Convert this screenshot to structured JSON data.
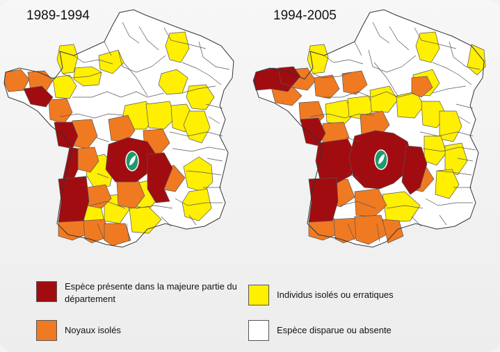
{
  "maps": [
    {
      "period": "1989-1994"
    },
    {
      "period": "1994-2005"
    }
  ],
  "legend": [
    {
      "key": "dominant",
      "label": "Espèce présente dans la majeure partie du département",
      "color": "#a10c10"
    },
    {
      "key": "isolated_cores",
      "label": "Noyaux isolés",
      "color": "#f07a22"
    },
    {
      "key": "erratic",
      "label": "Individus isolés ou erratiques",
      "color": "#ffef00"
    },
    {
      "key": "absent",
      "label": "Espèce disparue ou absente",
      "color": "#ffffff"
    }
  ],
  "colors": {
    "border": "#555555",
    "marker": "#1f9a6c"
  },
  "icons": {
    "marker": "leaf-emblem-icon"
  }
}
